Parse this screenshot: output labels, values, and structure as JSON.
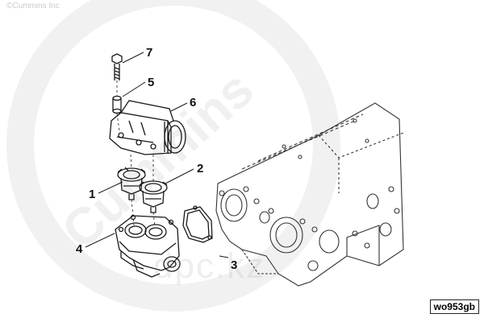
{
  "copyright": "©Cummins Inc",
  "brand_watermark": "Cummins",
  "site_watermark": "dpc.kz",
  "figure_id": "wo953gb",
  "callouts": {
    "c1": "1",
    "c2": "2",
    "c3": "3",
    "c4": "4",
    "c5": "5",
    "c6": "6",
    "c7": "7"
  },
  "colors": {
    "line": "#1a1a1a",
    "block_line": "#333333",
    "watermark_ring": "#efefef"
  }
}
